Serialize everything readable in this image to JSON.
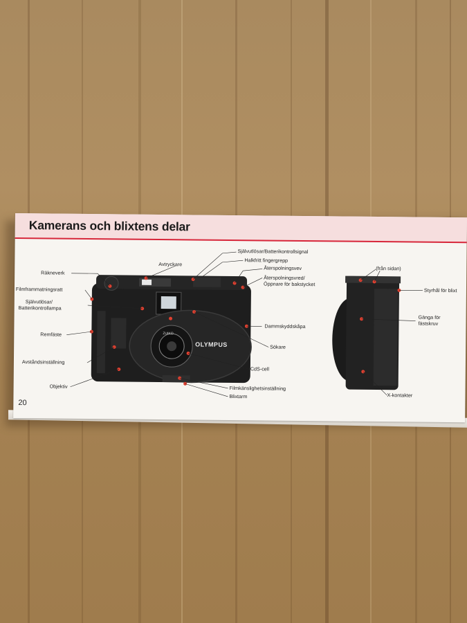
{
  "page": {
    "title": "Kamerans och blixtens delar",
    "page_number": "20"
  },
  "labels_left": {
    "rakneverk": "Räkneverk",
    "filmframmatningsratt": "Filmframmatningsratt",
    "sjalvutlosare_line1": "Självutlösar/",
    "sjalvutlosare_line2": "Batterikontrollampa",
    "remfaste": "Remfäste",
    "avstandsinstallning": "Avståndsinställning",
    "objektiv": "Objektiv"
  },
  "labels_top": {
    "avtryckare": "Avtryckare",
    "sjalvutlosare_signal": "Självutlösar/Batterikontrollsignal",
    "halkfritt": "Halkfritt fingergrepp",
    "aterspolningsvev": "Återspolningsvev",
    "aterspolningsvred_line1": "Återspolningsvred/",
    "aterspolningsvred_line2": "Öppnare för bakstycket"
  },
  "labels_right_of_camera": {
    "dammskyddskapa": "Dammskyddskåpa",
    "sokare": "Sökare",
    "cds_cell": "CdS-cell",
    "filmkanslighet": "Filmkänslighetsinställning",
    "blixtarm": "Blixtarm"
  },
  "labels_side_view": {
    "fran_sidan": "(från sidan)",
    "styrhal": "Styrhål för blixt",
    "ganga_line1": "Gänga för",
    "ganga_line2": "fästskruv",
    "x_kontakter": "X-kontakter"
  },
  "camera": {
    "brand_text": "OLYMPUS",
    "lens_text": "ZUIKO"
  },
  "colors": {
    "accent_red": "#d7263a",
    "title_band": "#f6dede",
    "paper": "#f7f5f1",
    "camera_body": "#1e1e1e"
  }
}
